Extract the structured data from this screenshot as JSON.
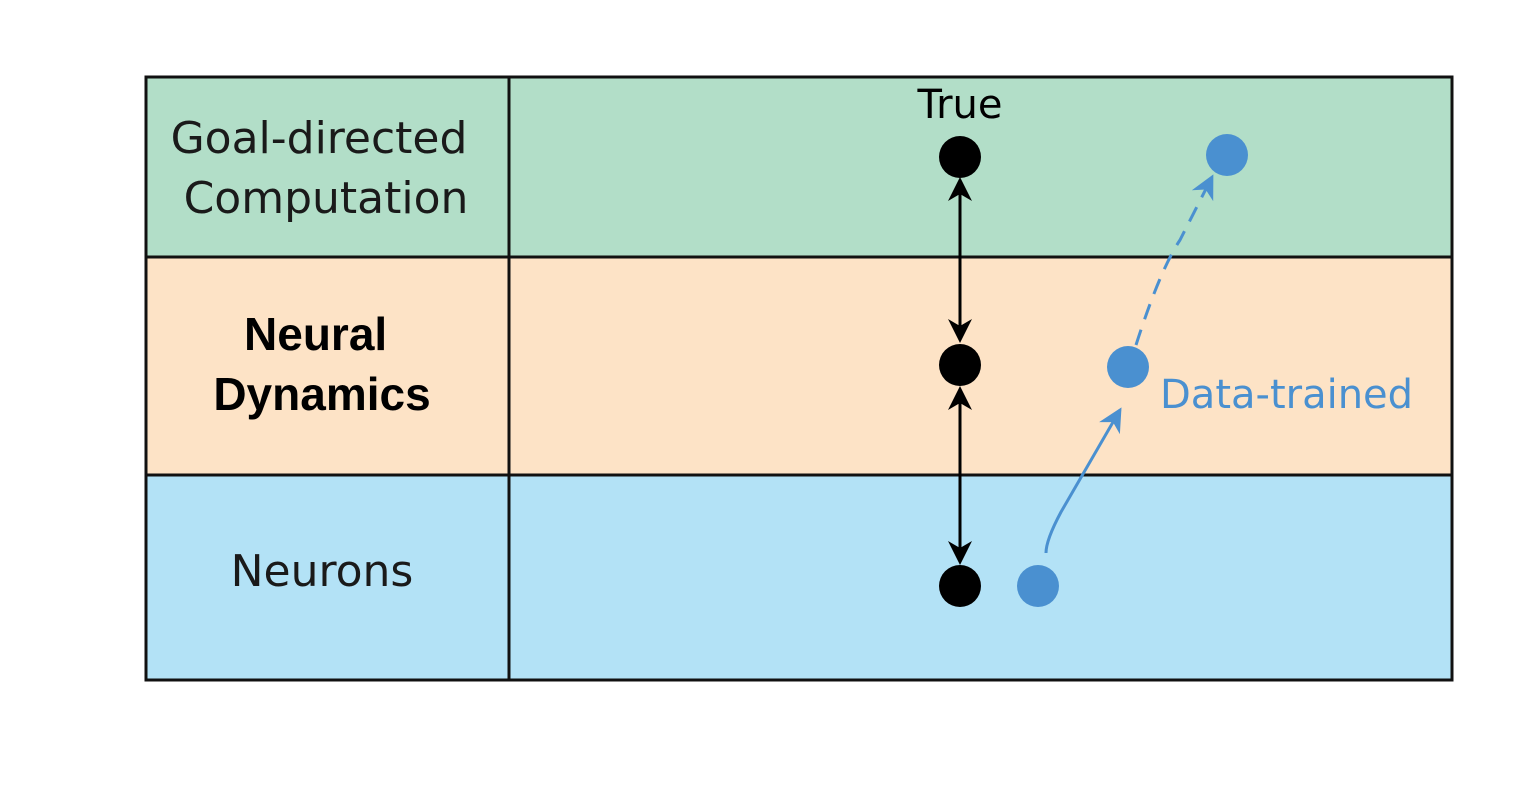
{
  "rows": [
    {
      "id": "computation",
      "label_lines": [
        "Goal-directed",
        "Computation"
      ],
      "bold": false,
      "color": "#b2dec8"
    },
    {
      "id": "dynamics",
      "label_lines": [
        "Neural",
        "Dynamics"
      ],
      "bold": true,
      "color": "#fde3c6"
    },
    {
      "id": "neurons",
      "label_lines": [
        "Neurons"
      ],
      "bold": false,
      "color": "#b3e2f6"
    }
  ],
  "true_model": {
    "label": "True",
    "color": "#000000"
  },
  "data_trained_model": {
    "label": "Data-trained",
    "color": "#4a90d0"
  },
  "border_color": "#111111"
}
